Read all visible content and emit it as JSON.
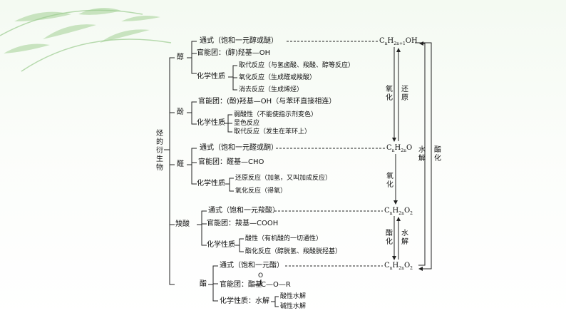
{
  "root": "烃的衍生物",
  "alcohol": {
    "name": "醇",
    "general": "通式（饱和一元醇或醚）",
    "group": "官能团：(醇)羟基—OH",
    "chem": "化学性质",
    "r1": "取代反应（与氢卤酸、羧酸、醇等反应）",
    "r2": "氧化反应（生成醛或羧酸）",
    "r3": "消去反应（生成烯烃）"
  },
  "phenol": {
    "name": "酚",
    "group": "官能团：(酚)羟基—OH（与苯环直接相连）",
    "chem": "化学性质",
    "r1": "弱酸性（不能使指示剂变色）",
    "r2": "显色反应",
    "r3": "取代反应（发生在苯环上）"
  },
  "aldehyde": {
    "name": "醛",
    "general": "通式（饱和一元醛或酮）",
    "group": "官能团：醛基—CHO",
    "chem": "化学性质",
    "r1": "还原反应（加氢，又叫加成反应）",
    "r2": "氧化反应（得氧）"
  },
  "acid": {
    "name": "羧酸",
    "general": "通式（饱和一元羧酸）",
    "group": "官能团：羧基—COOH",
    "chem": "化学性质",
    "r1": "酸性（有机酸的一切通性）",
    "r2": "酯化反应（醇脱氢、羧酸脱羟基）"
  },
  "ester": {
    "name": "酯",
    "general": "通式（饱和一元酯）",
    "group_label": "官能团：酯基",
    "group_o": "O",
    "group_c": "—C—O—R",
    "chem": "化学性质：水解",
    "r1": "酸性水解",
    "r2": "碱性水解"
  },
  "formulas": {
    "f1": {
      "pre": "C",
      "n": "n",
      "mid": "H",
      "sub": "2n+1",
      "post": "OH"
    },
    "f2": {
      "pre": "C",
      "n": "n",
      "mid": "H",
      "sub": "2n",
      "post": "O"
    },
    "f3": {
      "pre": "C",
      "n": "n",
      "mid": "H",
      "sub": "2n",
      "post": "O",
      "sub2": "2"
    },
    "f4": {
      "pre": "C",
      "n": "n",
      "mid": "H",
      "sub": "2n",
      "post": "O",
      "sub2": "2"
    }
  },
  "arrows": {
    "oxidize1": "氧化",
    "reduce": "还原",
    "oxidize2": "氧化",
    "esterify_left": "酯化",
    "hydrolysis_small": "水解",
    "hydrolysis_big": "水解",
    "esterify_big": "酯化"
  },
  "colors": {
    "line": "#222222",
    "text": "#111111",
    "leaf": "#a9d3a0"
  }
}
